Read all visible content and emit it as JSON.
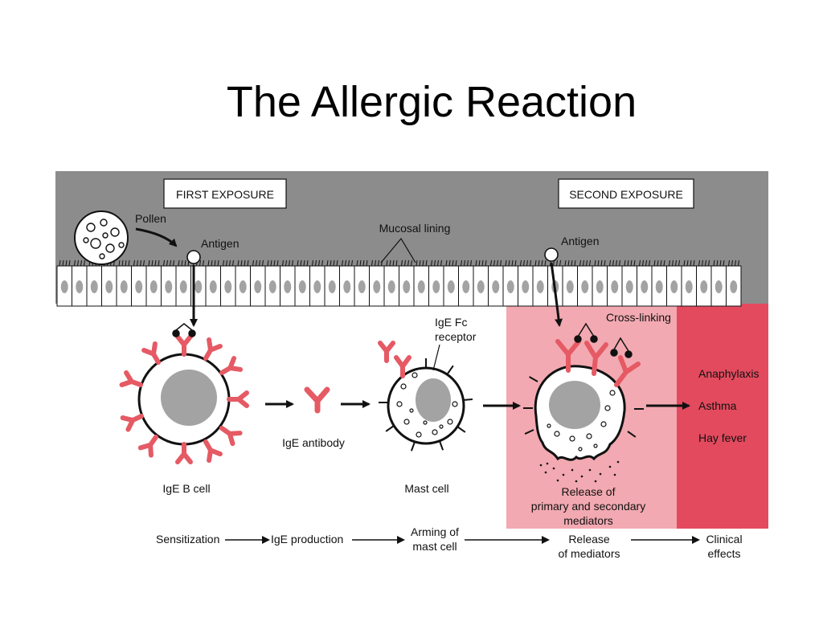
{
  "slide": {
    "title": "The Allergic Reaction"
  },
  "diagram": {
    "header_boxes": {
      "first": "FIRST EXPOSURE",
      "second": "SECOND EXPOSURE"
    },
    "labels": {
      "pollen": "Pollen",
      "antigen_left": "Antigen",
      "mucosal_lining": "Mucosal lining",
      "antigen_right": "Antigen",
      "cross_linking": "Cross-linking",
      "ige_fc_line1": "IgE Fc",
      "ige_fc_line2": "receptor",
      "ige_antibody": "IgE antibody",
      "ige_b_cell": "IgE B cell",
      "mast_cell": "Mast cell",
      "release_line1": "Release of",
      "release_line2": "primary and secondary",
      "release_line3": "mediators"
    },
    "clinical_effects": [
      "Anaphylaxis",
      "Asthma",
      "Hay fever"
    ],
    "steps": {
      "sensitization": "Sensitization",
      "ige_production": "IgE production",
      "arming_line1": "Arming of",
      "arming_line2": "mast cell",
      "release_line1": "Release",
      "release_line2": "of mediators",
      "clinical_line1": "Clinical",
      "clinical_line2": "effects"
    },
    "colors": {
      "background_gray": "#8c8c8c",
      "pink_panel": "#f2a9b1",
      "red_panel": "#e34a5e",
      "antibody_red": "#e55a64",
      "nucleus_gray": "#a3a3a3"
    }
  }
}
